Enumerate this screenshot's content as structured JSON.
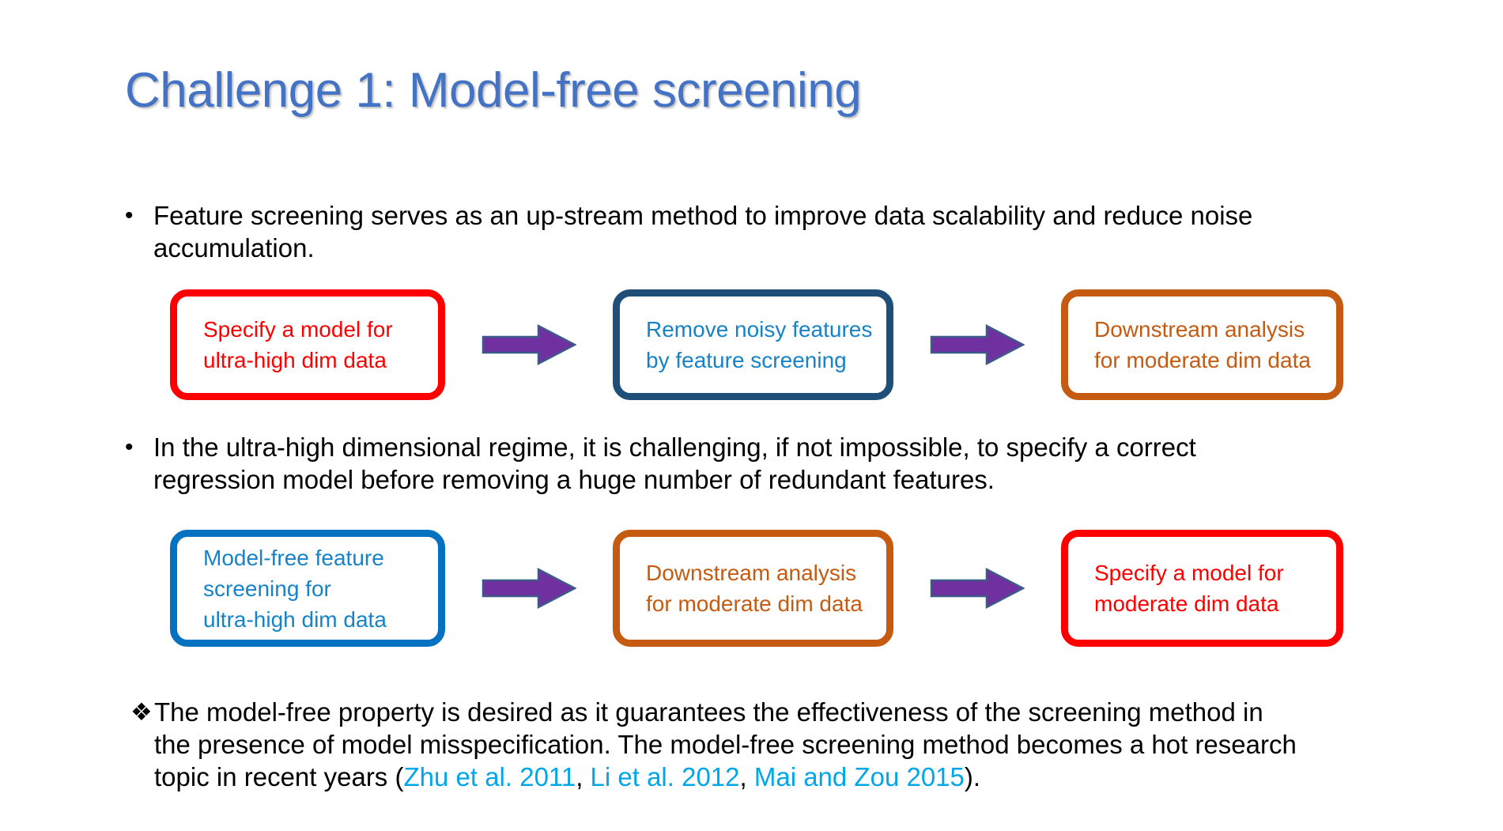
{
  "slide": {
    "title": "Challenge 1: Model-free screening",
    "title_color": "#4472C4",
    "background": "#ffffff"
  },
  "bullets": [
    {
      "marker": "•",
      "line1": "Feature screening serves as an up-stream method to improve data scalability and reduce noise",
      "line2": "accumulation."
    },
    {
      "marker": "•",
      "line1": "In the ultra-high dimensional regime, it is challenging, if not impossible, to specify a correct",
      "line2": "regression model before removing a huge number of redundant features."
    }
  ],
  "closing": {
    "marker": "❖",
    "line1": "The model-free property is desired as it guarantees the effectiveness of the screening method in",
    "line2": "the presence of model misspecification. The model-free screening method becomes a hot research",
    "line3_prefix": "topic in recent years (",
    "citations": [
      "Zhu et al. 2011",
      "Li et al. 2012",
      "Mai and Zou 2015"
    ],
    "separator": ", ",
    "line3_suffix": ").",
    "citation_color": "#00A6EA"
  },
  "flows": [
    {
      "id": "flow-row-1",
      "boxes": [
        {
          "id": "box-r1-1",
          "line1": "Specify a model for",
          "line2": "ultra-high dim data",
          "line3": "",
          "border_color": "#FE0000",
          "text_color": "#FE0000"
        },
        {
          "id": "box-r1-2",
          "line1": "Remove noisy features",
          "line2": "by feature screening",
          "line3": "",
          "border_color": "#1F4E79",
          "text_color": "#1683C8"
        },
        {
          "id": "box-r1-3",
          "line1": "Downstream analysis",
          "line2": "for moderate dim data",
          "line3": "",
          "border_color": "#C55A11",
          "text_color": "#C55A11"
        }
      ],
      "arrows": [
        "right-arrow",
        "right-arrow"
      ],
      "arrow_color": "#70309F",
      "arrow_outline": "#3C5A8A"
    },
    {
      "id": "flow-row-2",
      "boxes": [
        {
          "id": "box-r2-1",
          "line1": "Model-free feature",
          "line2": "screening for",
          "line3": "ultra-high dim data",
          "border_color": "#0571C1",
          "text_color": "#1683C8"
        },
        {
          "id": "box-r2-2",
          "line1": "Downstream analysis",
          "line2": "for moderate dim data",
          "line3": "",
          "border_color": "#C55A11",
          "text_color": "#C55A11"
        },
        {
          "id": "box-r2-3",
          "line1": "Specify a model for",
          "line2": "moderate dim data",
          "line3": "",
          "border_color": "#FE0000",
          "text_color": "#FE0000"
        }
      ],
      "arrows": [
        "right-arrow",
        "right-arrow"
      ],
      "arrow_color": "#70309F",
      "arrow_outline": "#3C5A8A"
    }
  ]
}
